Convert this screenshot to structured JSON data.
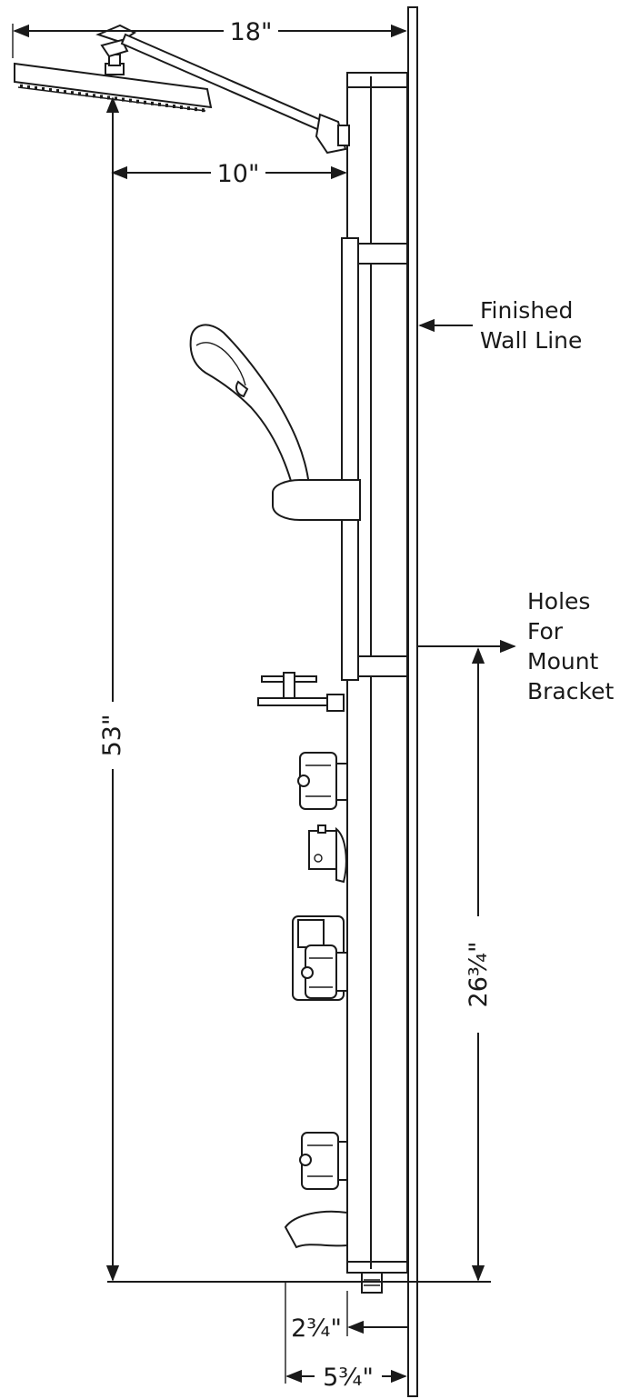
{
  "dimensions": {
    "overall_reach": "18\"",
    "rail_to_shower_head": "10\"",
    "shower_head_height": "53\"",
    "mount_bracket_height": "26¾\"",
    "panel_depth_lower": "2¾\"",
    "panel_depth_total": "5¾\""
  },
  "labels": {
    "wall_line": [
      "Finished",
      "Wall Line"
    ],
    "mount_holes": [
      "Holes",
      "For",
      "Mount",
      "Bracket"
    ]
  },
  "colors": {
    "line": "#1a1a1a",
    "background": "#ffffff"
  }
}
